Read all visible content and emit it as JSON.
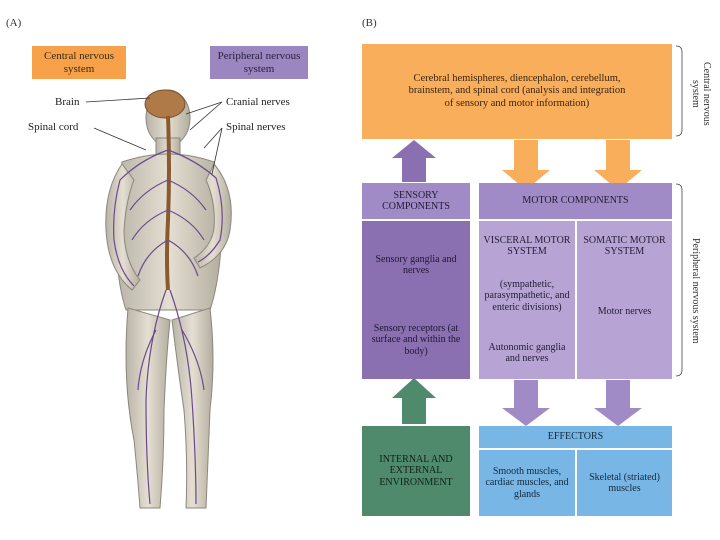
{
  "panel_a": {
    "label": "(A)",
    "cns_tag": "Central nervous system",
    "pns_tag": "Peripheral nervous system",
    "labels": {
      "brain": "Brain",
      "spinal_cord": "Spinal cord",
      "cranial_nerves": "Cranial nerves",
      "spinal_nerves": "Spinal nerves"
    }
  },
  "panel_b": {
    "label": "(B)",
    "cns_box": "Cerebral hemispheres, diencephalon, cerebellum, brainstem, and spinal cord (analysis and integration of sensory and motor information)",
    "sensory_header": "SENSORY COMPONENTS",
    "sensory_body_1": "Sensory ganglia and nerves",
    "sensory_body_2": "Sensory receptors (at surface and within the body)",
    "motor_header": "MOTOR COMPONENTS",
    "visceral_title": "VISCERAL MOTOR SYSTEM",
    "visceral_body": "(sympathetic, parasympathetic, and enteric divisions)",
    "visceral_ganglia": "Autonomic ganglia and nerves",
    "somatic_title": "SOMATIC MOTOR SYSTEM",
    "somatic_body": "Motor nerves",
    "environment": "INTERNAL AND EXTERNAL ENVIRONMENT",
    "effectors_header": "EFFECTORS",
    "effectors_smooth": "Smooth muscles, cardiac muscles, and glands",
    "effectors_skeletal": "Skeletal (striated) muscles",
    "bracket_cns": "Central nervous system",
    "bracket_pns": "Peripheral nervous system"
  }
}
